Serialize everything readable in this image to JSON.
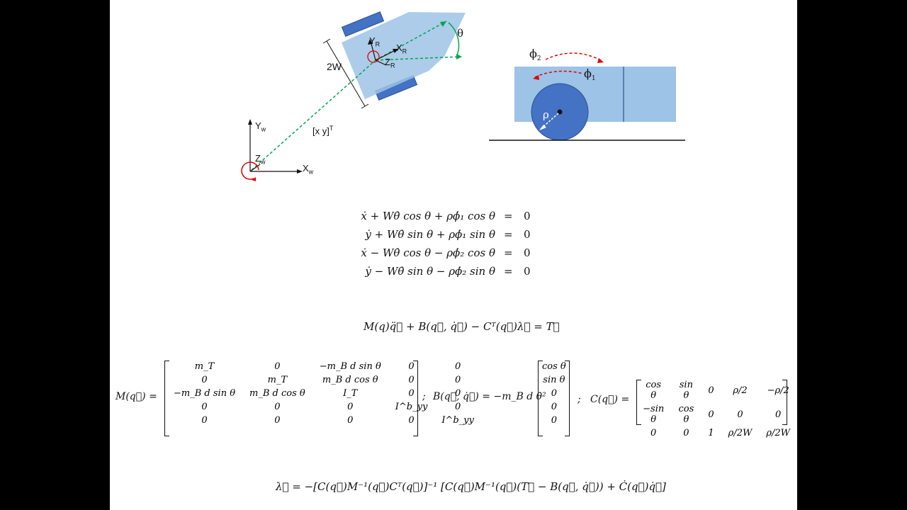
{
  "diagram": {
    "robot_labels": {
      "width": "2W",
      "theta": "θ",
      "x_r": "X",
      "y_r": "Y",
      "z_r": "Z",
      "r_sub": "R",
      "position": "[x y]",
      "transpose": "T"
    },
    "world_labels": {
      "x_w": "X",
      "y_w": "Y",
      "z_w": "Z",
      "w_sub": "w"
    },
    "wheel_labels": {
      "phi2": "ϕ",
      "phi2_sub": "2",
      "phi1": "ϕ",
      "phi1_sub": "1",
      "rho": "ρ"
    },
    "colors": {
      "body": "#9dc3e6",
      "wheel": "#4472c4",
      "wheel_dark": "#2f528f",
      "arrow_green": "#00a650",
      "arrow_red": "#e00000"
    }
  },
  "constraints": [
    {
      "lhs": "ẋ + Wθ̇ cos θ + ρϕ̇₁ cos θ",
      "eq": "=",
      "rhs": "0"
    },
    {
      "lhs": "ẏ + Wθ̇ sin θ + ρϕ̇₁ sin θ",
      "eq": "=",
      "rhs": "0"
    },
    {
      "lhs": "ẋ − Wθ̇ cos θ − ρϕ̇₂ cos θ",
      "eq": "=",
      "rhs": "0"
    },
    {
      "lhs": "ẏ − Wθ̇ sin θ − ρϕ̇₂ sin θ",
      "eq": "=",
      "rhs": "0"
    }
  ],
  "dynamics": "M(q)q̈⃗ + B(q⃗, q̇⃗) − Cᵀ(q⃗)λ⃗ = T⃗",
  "matrices": {
    "M_label": "M(q⃗) =",
    "M_rows": [
      [
        "m_T",
        "0",
        "−m_B d sin θ",
        "0",
        "0"
      ],
      [
        "0",
        "m_T",
        "m_B d cos θ",
        "0",
        "0"
      ],
      [
        "−m_B d sin θ",
        "m_B d cos θ",
        "I_T",
        "0",
        "0"
      ],
      [
        "0",
        "0",
        "0",
        "I^b_yy",
        "0"
      ],
      [
        "0",
        "0",
        "0",
        "0",
        "I^b_yy"
      ]
    ],
    "sep1": ";",
    "B_label": "B(q⃗, q̇⃗) = −m_B d θ̇²",
    "B_rows": [
      "cos θ",
      "sin θ",
      "0",
      "0",
      "0"
    ],
    "sep2": ";",
    "C_label": "C(q⃗) =",
    "C_rows": [
      [
        "cos θ",
        "sin θ",
        "0",
        "ρ/2",
        "−ρ/2"
      ],
      [
        "−sin θ",
        "cos θ",
        "0",
        "0",
        "0"
      ],
      [
        "0",
        "0",
        "1",
        "ρ/2W",
        "ρ/2W"
      ]
    ]
  },
  "lambda_eq": "λ⃗ = −[C(q⃗)M⁻¹(q⃗)Cᵀ(q⃗)]⁻¹ [C(q⃗)M⁻¹(q⃗)(T⃗ − B(q⃗, q̇⃗)) + Ċ(q⃗)q̇⃗]"
}
